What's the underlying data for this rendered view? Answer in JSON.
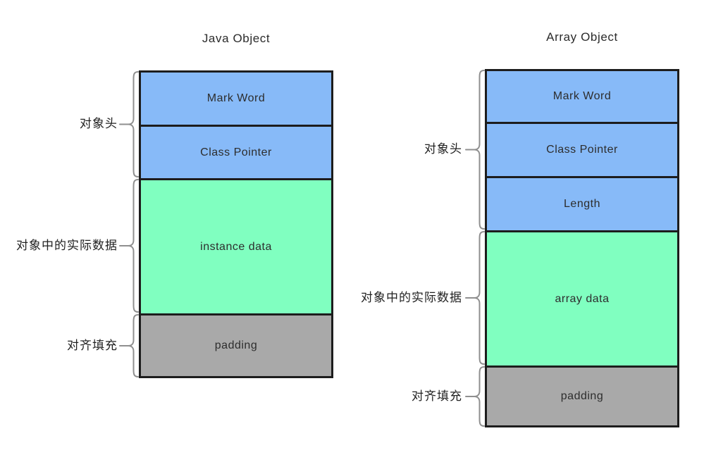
{
  "colors": {
    "header": "#87baf8",
    "data": "#80ffc0",
    "padding": "#a9a9a9",
    "border": "#1d1d1d",
    "brace": "#8f8f8f"
  },
  "diagrams": [
    {
      "title": "Java Object",
      "sections": [
        {
          "label": "Mark Word"
        },
        {
          "label": "Class Pointer"
        },
        {
          "label": "instance data"
        },
        {
          "label": "padding"
        }
      ],
      "annotations": [
        {
          "text": "对象头"
        },
        {
          "text": "对象中的实际数据"
        },
        {
          "text": "对齐填充"
        }
      ]
    },
    {
      "title": "Array Object",
      "sections": [
        {
          "label": "Mark Word"
        },
        {
          "label": "Class Pointer"
        },
        {
          "label": "Length"
        },
        {
          "label": "array data"
        },
        {
          "label": "padding"
        }
      ],
      "annotations": [
        {
          "text": "对象头"
        },
        {
          "text": "对象中的实际数据"
        },
        {
          "text": "对齐填充"
        }
      ]
    }
  ]
}
